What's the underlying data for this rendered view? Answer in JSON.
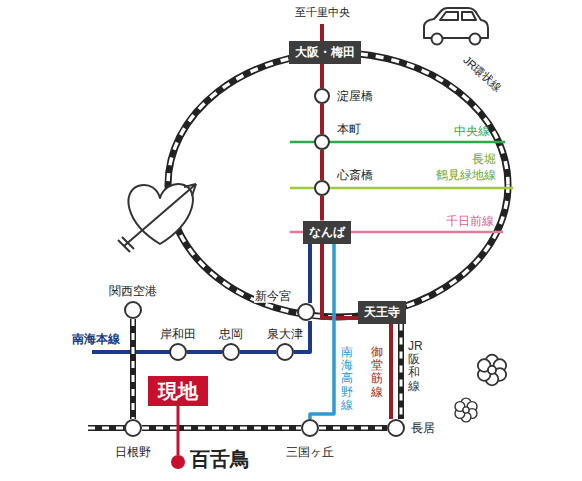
{
  "diagram": {
    "nodes": [
      {
        "text": [
          "大阪・梅田"
        ]
      },
      {
        "text": [
          "淀屋橋"
        ]
      },
      {
        "text": [
          "本町"
        ]
      },
      {
        "text": [
          "心斎橋"
        ]
      },
      {
        "text": [
          "なんば"
        ]
      },
      {
        "text": [
          "関西空港"
        ]
      },
      {
        "text": [
          "新今宮"
        ]
      },
      {
        "text": [
          "天王寺"
        ]
      },
      {
        "text": [
          "岸和田"
        ]
      },
      {
        "text": [
          "忠岡"
        ]
      },
      {
        "text": [
          "泉大津"
        ]
      },
      {
        "text": [
          "現地"
        ]
      },
      {
        "text": [
          "日根野"
        ]
      },
      {
        "text": [
          "百舌鳥"
        ]
      },
      {
        "text": [
          "三国ヶ丘"
        ]
      },
      {
        "text": [
          "長居"
        ]
      }
    ],
    "edges": [
      {
        "from": 0,
        "to": 1,
        "arrow": "none"
      },
      {
        "from": 1,
        "to": 2,
        "arrow": "none"
      },
      {
        "from": 2,
        "to": 3,
        "arrow": "none"
      },
      {
        "from": 3,
        "to": 4,
        "arrow": "none"
      },
      {
        "from": 4,
        "to": 7,
        "arrow": "none"
      },
      {
        "from": 4,
        "to": 6,
        "arrow": "none"
      },
      {
        "from": 6,
        "to": 10,
        "arrow": "none"
      },
      {
        "from": 10,
        "to": 9,
        "arrow": "none"
      },
      {
        "from": 9,
        "to": 8,
        "arrow": "none"
      },
      {
        "from": 4,
        "to": 14,
        "arrow": "none"
      },
      {
        "from": 7,
        "to": 15,
        "arrow": "none"
      },
      {
        "from": 7,
        "to": 15,
        "arrow": "none"
      },
      {
        "from": 5,
        "to": 12,
        "arrow": "none"
      },
      {
        "from": 12,
        "to": 14,
        "arrow": "none"
      },
      {
        "from": 14,
        "to": 15,
        "arrow": "none"
      },
      {
        "from": 11,
        "to": 13,
        "arrow": "none"
      }
    ],
    "labels": [
      "至千里中央",
      "JR環状線",
      "中央線",
      "長堀 鶴見緑地線",
      "千日前線",
      "南海本線",
      "南海高野線",
      "御堂筋線",
      "JR阪和線"
    ]
  }
}
